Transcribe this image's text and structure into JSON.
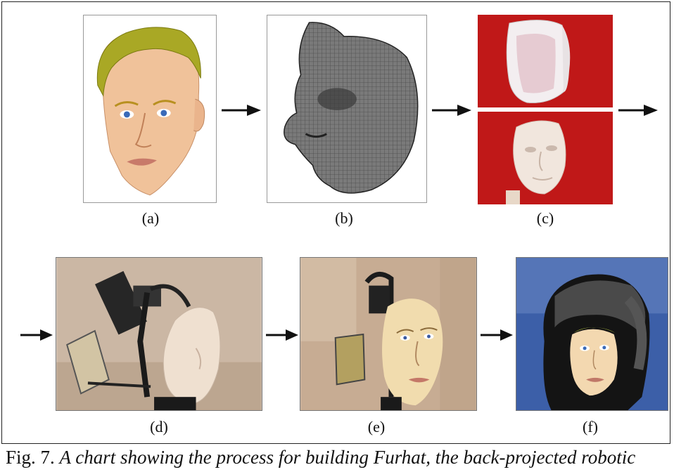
{
  "panels": [
    {
      "id": "a",
      "label": "(a)"
    },
    {
      "id": "b",
      "label": "(b)"
    },
    {
      "id": "c",
      "label": "(c)"
    },
    {
      "id": "d",
      "label": "(d)"
    },
    {
      "id": "e",
      "label": "(e)"
    },
    {
      "id": "f",
      "label": "(f)"
    }
  ],
  "caption": {
    "prefix": "Fig. 7.",
    "text": "A chart showing the process for building Furhat, the back-projected robotic"
  },
  "colors": {
    "red_backdrop": "#c01818",
    "hair_yellow": "#a8a820",
    "skin": "#f2c49a",
    "mesh_gray": "#6a6a6a",
    "photo_beige": "#cdb8a6",
    "blue_backdrop": "#3c5fa8"
  }
}
